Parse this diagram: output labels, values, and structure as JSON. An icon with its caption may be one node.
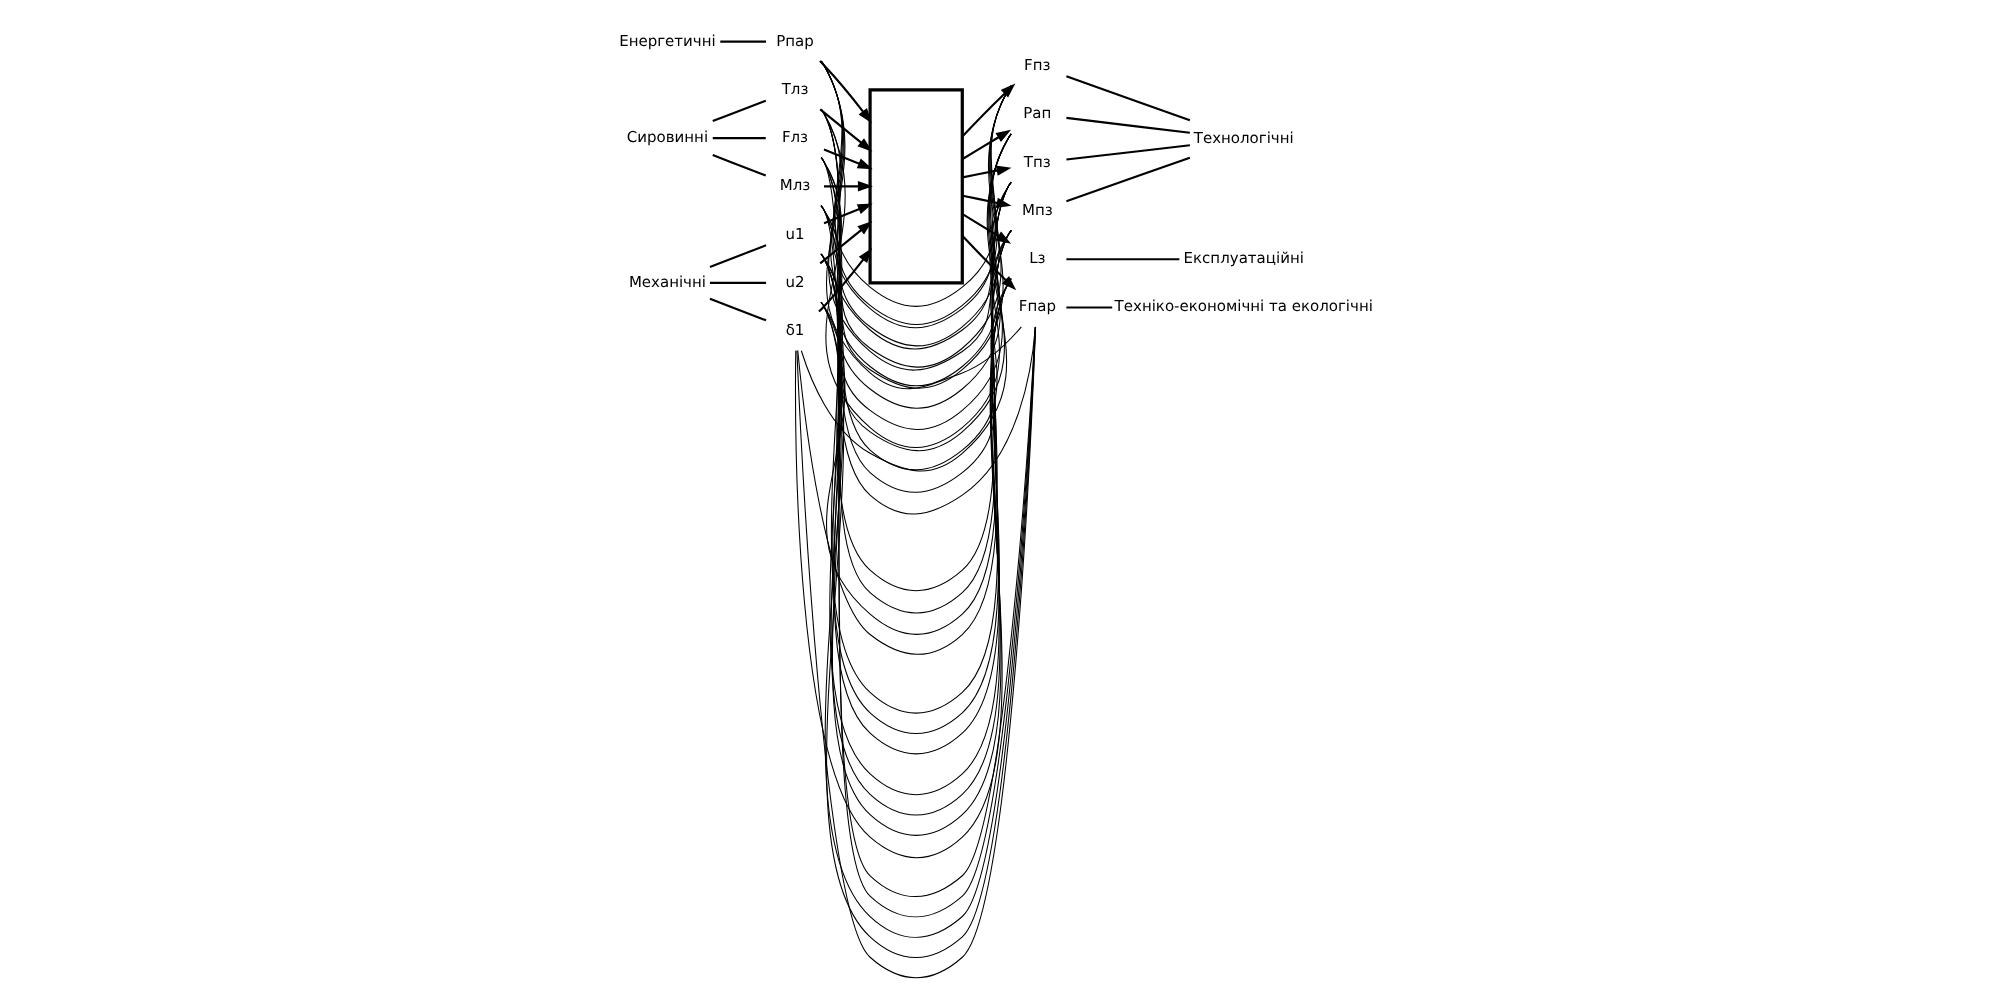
{
  "diagram": {
    "nodes": [
      {
        "text": [
          "Сировинні"
        ]
      },
      {
        "text": [
          "Енергетичні"
        ]
      },
      {
        "text": [
          "Механічні"
        ]
      },
      {
        "text": [
          "Тлз"
        ]
      },
      {
        "text": [
          "Fлз"
        ]
      },
      {
        "text": [
          "Mлз"
        ]
      },
      {
        "text": [
          "Pпар"
        ]
      },
      {
        "text": [
          "u1"
        ]
      },
      {
        "text": [
          "u2"
        ]
      },
      {
        "text": [
          "δ1"
        ]
      },
      {
        "text": [],
        "shape": "box"
      },
      {
        "text": [
          "Fпз"
        ]
      },
      {
        "text": [
          "Pап"
        ]
      },
      {
        "text": [
          "Tпз"
        ]
      },
      {
        "text": [
          "Mпз"
        ]
      },
      {
        "text": [
          "Lз"
        ]
      },
      {
        "text": [
          "Fпар"
        ]
      },
      {
        "text": [
          "Технологічні"
        ]
      },
      {
        "text": [
          "Експлуатаційні"
        ]
      },
      {
        "text": [
          "Техніко-економічні та екологічні"
        ]
      }
    ],
    "edges": [
      {
        "from": 0,
        "to": 3,
        "arrow": "none"
      },
      {
        "from": 0,
        "to": 4,
        "arrow": "none"
      },
      {
        "from": 0,
        "to": 5,
        "arrow": "none"
      },
      {
        "from": 1,
        "to": 6,
        "arrow": "none"
      },
      {
        "from": 2,
        "to": 7,
        "arrow": "none"
      },
      {
        "from": 2,
        "to": 8,
        "arrow": "none"
      },
      {
        "from": 2,
        "to": 9,
        "arrow": "none"
      },
      {
        "from": 3,
        "to": 10,
        "arrow": "to"
      },
      {
        "from": 4,
        "to": 10,
        "arrow": "to"
      },
      {
        "from": 5,
        "to": 10,
        "arrow": "to"
      },
      {
        "from": 6,
        "to": 10,
        "arrow": "to"
      },
      {
        "from": 7,
        "to": 10,
        "arrow": "to"
      },
      {
        "from": 8,
        "to": 10,
        "arrow": "to"
      },
      {
        "from": 9,
        "to": 10,
        "arrow": "to"
      },
      {
        "from": 10,
        "to": 11,
        "arrow": "to"
      },
      {
        "from": 10,
        "to": 12,
        "arrow": "to"
      },
      {
        "from": 10,
        "to": 13,
        "arrow": "to"
      },
      {
        "from": 10,
        "to": 14,
        "arrow": "to"
      },
      {
        "from": 10,
        "to": 15,
        "arrow": "to"
      },
      {
        "from": 10,
        "to": 16,
        "arrow": "to"
      },
      {
        "from": 11,
        "to": 17,
        "arrow": "none"
      },
      {
        "from": 12,
        "to": 17,
        "arrow": "none"
      },
      {
        "from": 13,
        "to": 17,
        "arrow": "none"
      },
      {
        "from": 14,
        "to": 17,
        "arrow": "none"
      },
      {
        "from": 15,
        "to": 18,
        "arrow": "none"
      },
      {
        "from": 16,
        "to": 19,
        "arrow": "none"
      },
      {
        "from": 3,
        "to": 11,
        "arrow": "none"
      },
      {
        "from": 3,
        "to": 13,
        "arrow": "none"
      },
      {
        "from": 3,
        "to": 14,
        "arrow": "none"
      },
      {
        "from": 3,
        "to": 15,
        "arrow": "none"
      },
      {
        "from": 3,
        "to": 16,
        "arrow": "none"
      },
      {
        "from": 4,
        "to": 11,
        "arrow": "none"
      },
      {
        "from": 4,
        "to": 12,
        "arrow": "none"
      },
      {
        "from": 4,
        "to": 13,
        "arrow": "none"
      },
      {
        "from": 4,
        "to": 14,
        "arrow": "none"
      },
      {
        "from": 4,
        "to": 16,
        "arrow": "none"
      },
      {
        "from": 5,
        "to": 11,
        "arrow": "none"
      },
      {
        "from": 5,
        "to": 12,
        "arrow": "none"
      },
      {
        "from": 5,
        "to": 14,
        "arrow": "none"
      },
      {
        "from": 5,
        "to": 15,
        "arrow": "none"
      },
      {
        "from": 5,
        "to": 16,
        "arrow": "none"
      },
      {
        "from": 6,
        "to": 11,
        "arrow": "none"
      },
      {
        "from": 6,
        "to": 12,
        "arrow": "none"
      },
      {
        "from": 6,
        "to": 13,
        "arrow": "none"
      },
      {
        "from": 6,
        "to": 14,
        "arrow": "none"
      },
      {
        "from": 6,
        "to": 16,
        "arrow": "none"
      },
      {
        "from": 7,
        "to": 11,
        "arrow": "none"
      },
      {
        "from": 7,
        "to": 12,
        "arrow": "none"
      },
      {
        "from": 7,
        "to": 13,
        "arrow": "none"
      },
      {
        "from": 7,
        "to": 14,
        "arrow": "none"
      },
      {
        "from": 7,
        "to": 15,
        "arrow": "none"
      },
      {
        "from": 7,
        "to": 16,
        "arrow": "none"
      },
      {
        "from": 8,
        "to": 12,
        "arrow": "none"
      },
      {
        "from": 8,
        "to": 13,
        "arrow": "none"
      },
      {
        "from": 8,
        "to": 15,
        "arrow": "none"
      },
      {
        "from": 8,
        "to": 16,
        "arrow": "none"
      },
      {
        "from": 9,
        "to": 12,
        "arrow": "none"
      },
      {
        "from": 9,
        "to": 13,
        "arrow": "none"
      },
      {
        "from": 9,
        "to": 15,
        "arrow": "none"
      },
      {
        "from": 9,
        "to": 16,
        "arrow": "none"
      }
    ]
  }
}
